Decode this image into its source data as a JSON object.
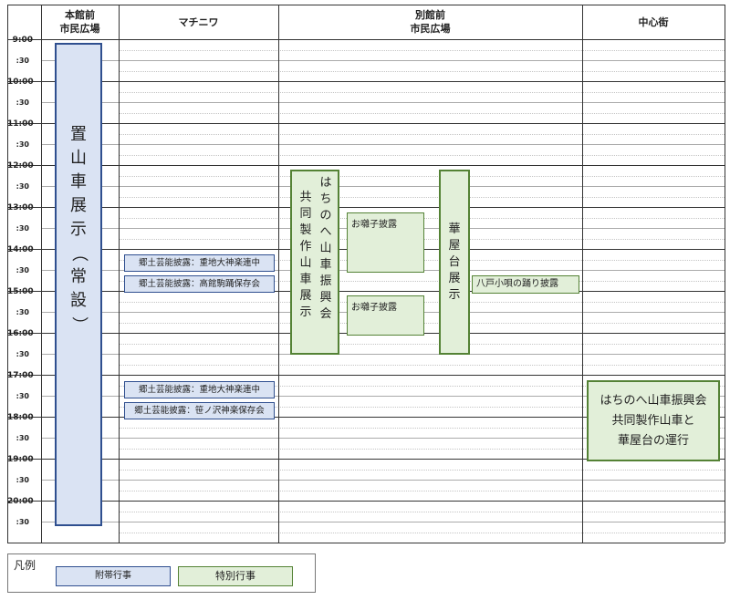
{
  "headers": [
    {
      "line1": "本館前",
      "line2": "市民広場"
    },
    {
      "line1": "マチニワ",
      "line2": ""
    },
    {
      "line1": "別館前",
      "line2": "市民広場"
    },
    {
      "line1": "中心街",
      "line2": ""
    }
  ],
  "times": [
    "9:00",
    ":30",
    "10:00",
    ":30",
    "11:00",
    ":30",
    "12:00",
    ":30",
    "13:00",
    ":30",
    "14:00",
    ":30",
    "15:00",
    ":30",
    "16:00",
    ":30",
    "17:00",
    ":30",
    "18:00",
    ":30",
    "19:00",
    ":30",
    "20:00",
    ":30"
  ],
  "events": {
    "okiyama": "置山車展示（常設）",
    "kyodo": "はちのへ山車振興会共同製作山車展示",
    "hanaya": "華屋台展示",
    "kyodo_col1": "はちのへ山車振興会",
    "kyodo_col2": "共同製作山車展示",
    "ohayashi_1": "お囃子披露",
    "ohayashi_2": "お囃子披露",
    "hachinohe_kouta": "八戸小唄の踊り披露",
    "kyodo_geino_1": "郷土芸能披露：重地大神楽連中",
    "kyodo_geino_2": "郷土芸能披露：高館駒踊保存会",
    "kyodo_geino_3": "郷土芸能披露：重地大神楽連中",
    "kyodo_geino_4": "郷土芸能披露：笹ノ沢神楽保存会",
    "chushingai_1": "はちのへ山車振興会",
    "chushingai_2": "共同製作山車と",
    "chushingai_3": "華屋台の運行"
  },
  "legend": {
    "title": "凡例",
    "attached": "附帯行事",
    "special": "特別行事"
  },
  "colors": {
    "blue_fill": "#dae3f3",
    "blue_border": "#2f4f8f",
    "green_fill": "#e2efd9",
    "green_border": "#548235"
  }
}
